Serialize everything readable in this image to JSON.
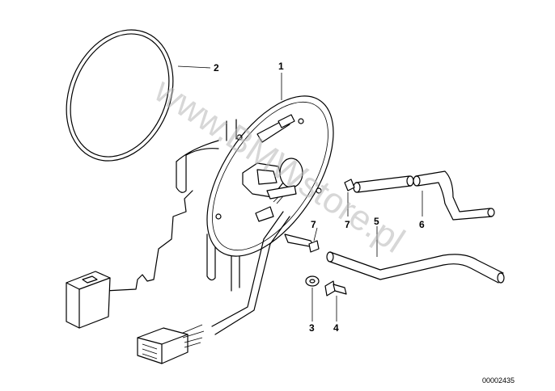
{
  "callouts": {
    "c1": "1",
    "c2": "2",
    "c3": "3",
    "c4": "4",
    "c5": "5",
    "c6": "6",
    "c7a": "7",
    "c7b": "7"
  },
  "reference_number": "00002435",
  "watermark": "www.BMWstore.pl"
}
